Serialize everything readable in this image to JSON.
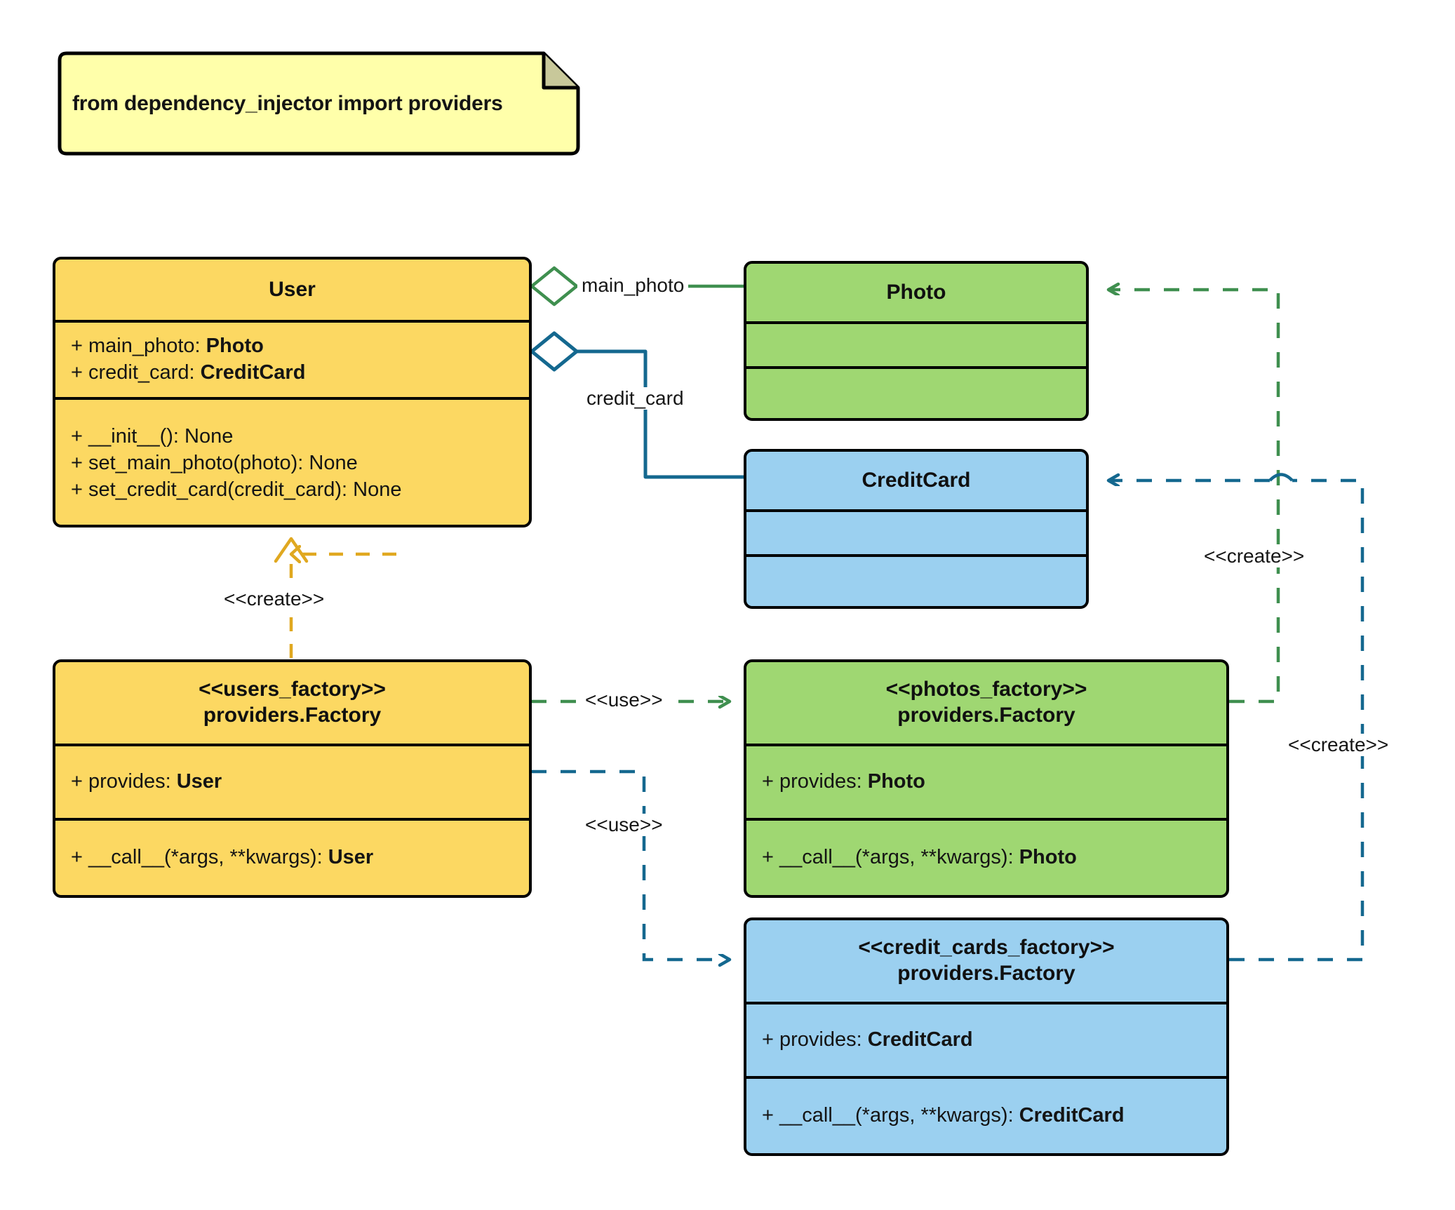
{
  "note": {
    "text": "from dependency_injector import providers"
  },
  "colors": {
    "yellow_class": "#fcd862",
    "green_class": "#9fd772",
    "blue_class": "#9bd0f0",
    "note_yellow": "#ffffaa",
    "green_edge": "#3f8f4f",
    "blue_edge": "#14688f",
    "yellow_edge": "#e0a820",
    "outline": "#000000"
  },
  "classes": {
    "user": {
      "title": "User",
      "attributes": [
        {
          "visibility": "+",
          "name": "main_photo:",
          "type": "Photo"
        },
        {
          "visibility": "+",
          "name": "credit_card:",
          "type": "CreditCard"
        }
      ],
      "operations": [
        {
          "visibility": "+",
          "name": "__init__(): None",
          "type": ""
        },
        {
          "visibility": "+",
          "name": "set_main_photo(photo): None",
          "type": ""
        },
        {
          "visibility": "+",
          "name": "set_credit_card(credit_card): None",
          "type": ""
        }
      ]
    },
    "photo": {
      "title": "Photo",
      "attributes": [],
      "operations": []
    },
    "credit_card": {
      "title": "CreditCard",
      "attributes": [],
      "operations": []
    },
    "users_factory": {
      "stereotype": "<<users_factory>>",
      "title": "providers.Factory",
      "attributes": [
        {
          "visibility": "+",
          "name": "provides:",
          "type": "User"
        }
      ],
      "operations": [
        {
          "visibility": "+",
          "name": "__call__(*args, **kwargs):",
          "type": "User"
        }
      ]
    },
    "photos_factory": {
      "stereotype": "<<photos_factory>>",
      "title": "providers.Factory",
      "attributes": [
        {
          "visibility": "+",
          "name": "provides:",
          "type": "Photo"
        }
      ],
      "operations": [
        {
          "visibility": "+",
          "name": "__call__(*args, **kwargs):",
          "type": "Photo"
        }
      ]
    },
    "credit_cards_factory": {
      "stereotype": "<<credit_cards_factory>>",
      "title": "providers.Factory",
      "attributes": [
        {
          "visibility": "+",
          "name": "provides:",
          "type": "CreditCard"
        }
      ],
      "operations": [
        {
          "visibility": "+",
          "name": "__call__(*args, **kwargs):",
          "type": "CreditCard"
        }
      ]
    }
  },
  "edges": {
    "aggregation_main_photo": {
      "label": "main_photo",
      "from": "User",
      "to": "Photo",
      "kind": "aggregation"
    },
    "aggregation_credit_card": {
      "label": "credit_card",
      "from": "User",
      "to": "CreditCard",
      "kind": "aggregation"
    },
    "create_user": {
      "label": "<<create>>",
      "from": "users_factory",
      "to": "User",
      "kind": "dependency"
    },
    "use_photos_factory": {
      "label": "<<use>>",
      "from": "users_factory",
      "to": "photos_factory",
      "kind": "dependency"
    },
    "use_credit_cards_factory": {
      "label": "<<use>>",
      "from": "users_factory",
      "to": "credit_cards_factory",
      "kind": "dependency"
    },
    "create_photo": {
      "label": "<<create>>",
      "from": "photos_factory",
      "to": "Photo",
      "kind": "dependency"
    },
    "create_credit_card": {
      "label": "<<create>>",
      "from": "credit_cards_factory",
      "to": "CreditCard",
      "kind": "dependency"
    }
  }
}
